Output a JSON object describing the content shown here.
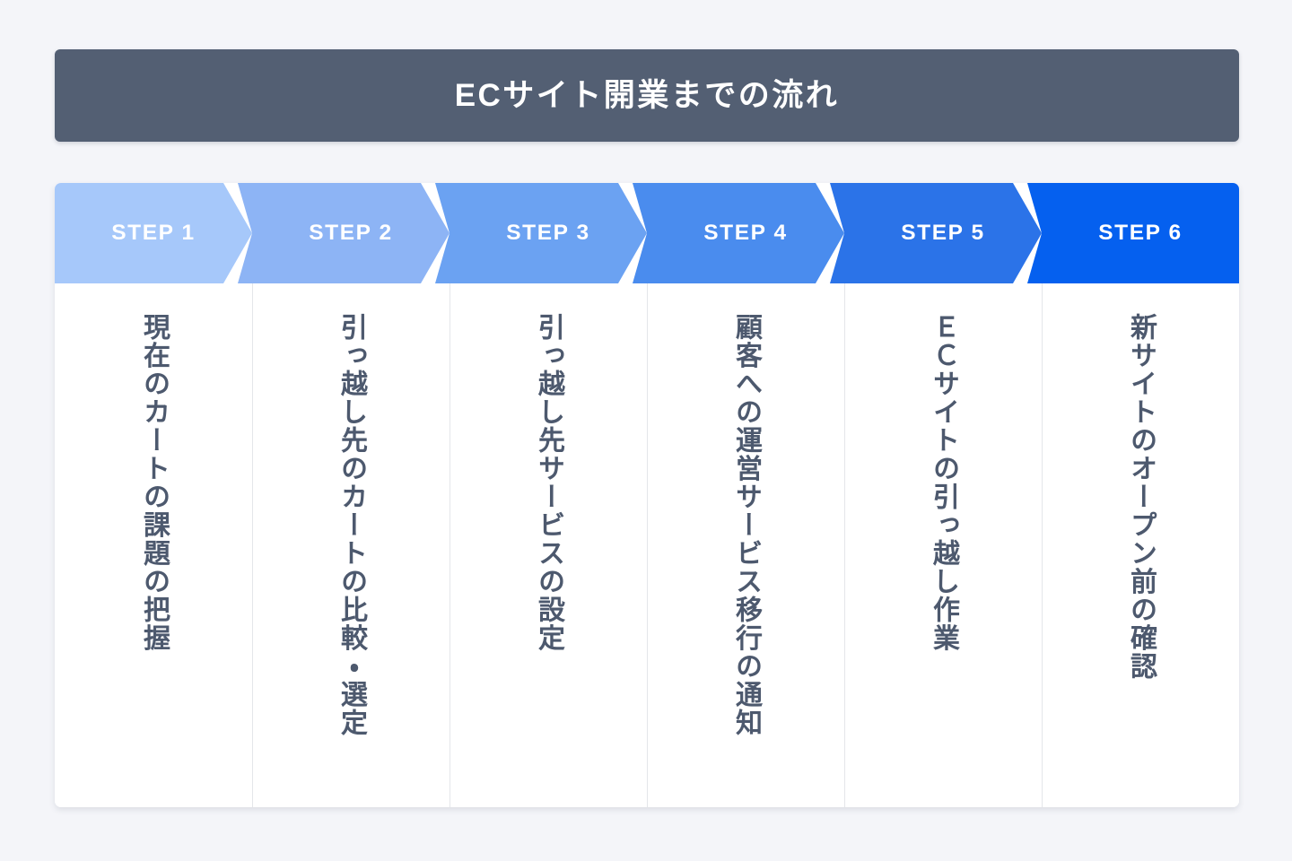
{
  "header": {
    "title": "ECサイト開業までの流れ",
    "background_color": "#535f73",
    "text_color": "#ffffff"
  },
  "page": {
    "background_color": "#f4f5f9",
    "card_background_color": "#ffffff",
    "body_text_color": "#4d596e",
    "divider_color": "#e4e6ea"
  },
  "flow": {
    "steps": [
      {
        "label": "STEP 1",
        "description": "現在のカートの課題の把握",
        "color": "#a6c8fa"
      },
      {
        "label": "STEP 2",
        "description": "引っ越し先のカートの比較・選定",
        "color": "#8db4f5"
      },
      {
        "label": "STEP 3",
        "description": "引っ越し先サービスの設定",
        "color": "#6ba2f2"
      },
      {
        "label": "STEP 4",
        "description": "顧客への運営サービス移行の通知",
        "color": "#4a8cee"
      },
      {
        "label": "STEP 5",
        "description": "ＥＣサイトの引っ越し作業",
        "color": "#2b73e8"
      },
      {
        "label": "STEP 6",
        "description": "新サイトのオープン前の確認",
        "color": "#0560ef"
      }
    ]
  }
}
